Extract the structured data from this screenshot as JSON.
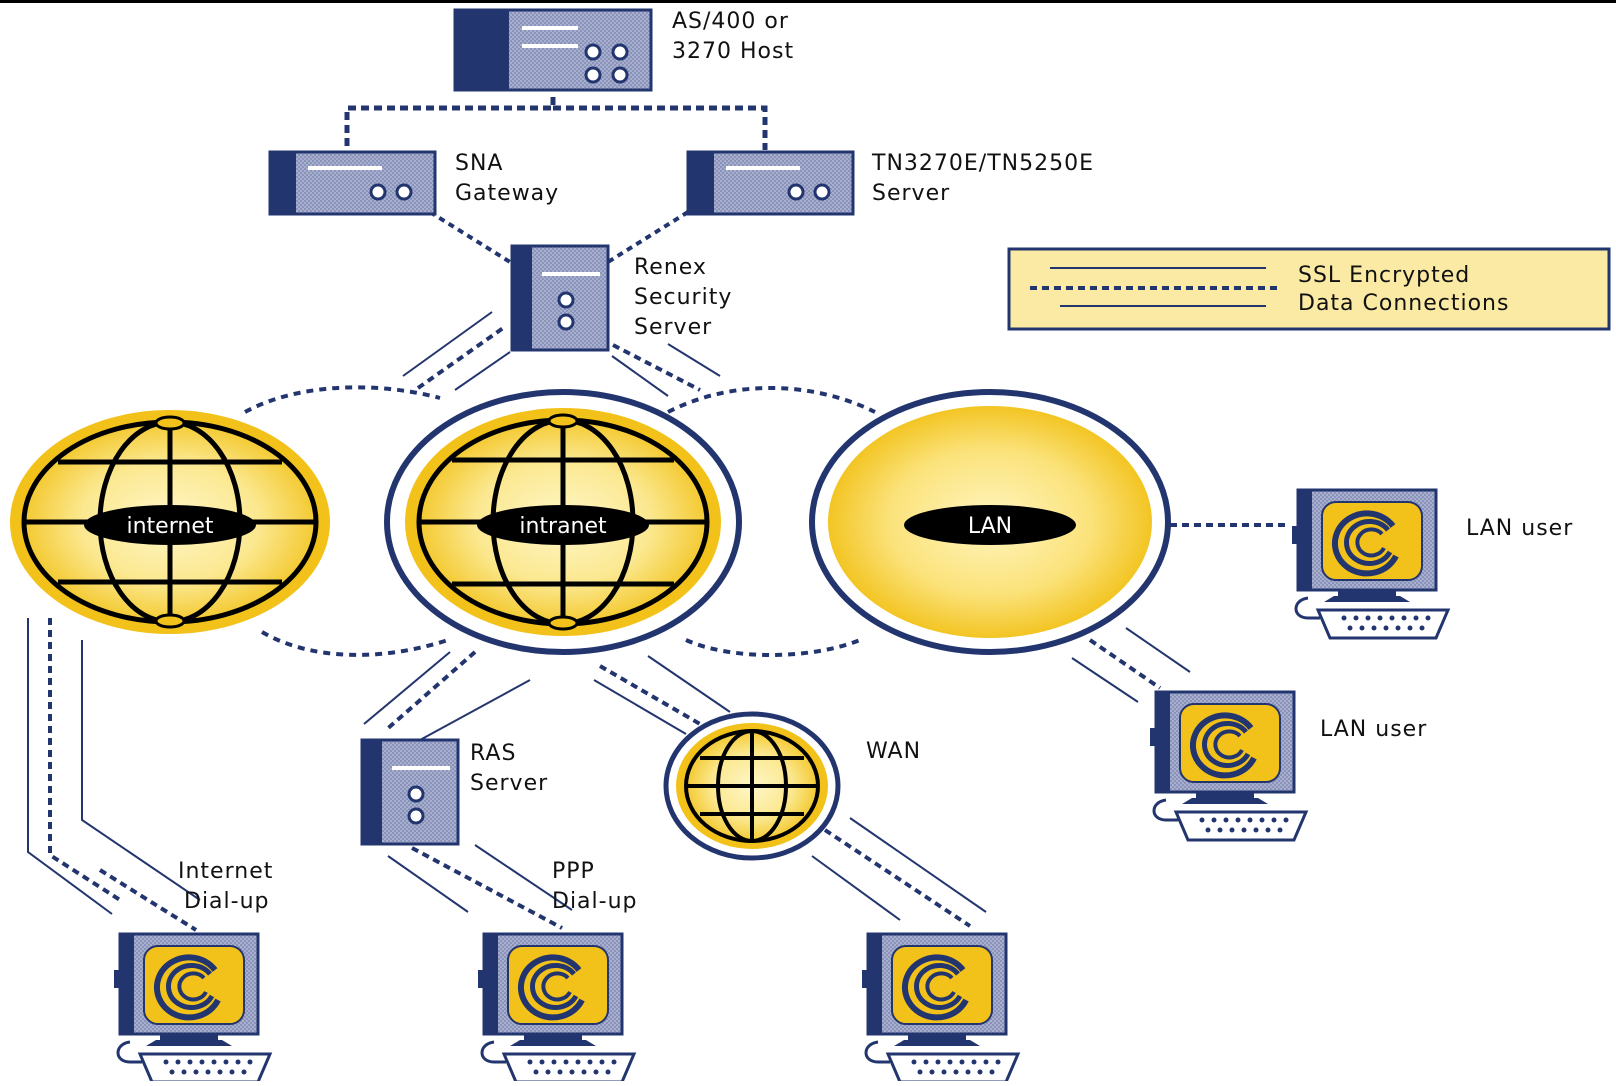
{
  "colors": {
    "navy": "#23356e",
    "server_body": "#8a93b8",
    "gold": "#f2c21a",
    "gold_light": "#fbe890",
    "cream": "#fff7c8",
    "legend_bg": "#fbeaa3",
    "black": "#000000"
  },
  "nodes": {
    "host": {
      "label_lines": [
        "AS/400  or",
        "3270  Host"
      ],
      "icon": "mainframe-icon"
    },
    "sna_gateway": {
      "label_lines": [
        "SNA",
        "Gateway"
      ],
      "icon": "server-icon"
    },
    "tn_server": {
      "label_lines": [
        "TN3270E/TN5250E",
        "Server"
      ],
      "icon": "server-icon"
    },
    "security_server": {
      "label_lines": [
        "Renex",
        "Security",
        "Server"
      ],
      "icon": "tower-server-icon"
    },
    "internet": {
      "label": "internet",
      "icon": "globe-icon"
    },
    "intranet": {
      "label": "intranet",
      "icon": "globe-icon"
    },
    "lan": {
      "label": "LAN",
      "icon": "network-disc-icon"
    },
    "lan_user_1": {
      "label": "LAN  user",
      "icon": "workstation-icon"
    },
    "lan_user_2": {
      "label": "LAN  user",
      "icon": "workstation-icon"
    },
    "ras_server": {
      "label_lines": [
        "RAS",
        "Server"
      ],
      "icon": "tower-server-icon"
    },
    "wan": {
      "label": "WAN",
      "icon": "globe-icon"
    },
    "internet_dialup": {
      "label_lines": [
        "Internet",
        "Dial-up"
      ],
      "icon": "workstation-icon"
    },
    "ppp_dialup": {
      "label_lines": [
        "PPP",
        "Dial-up"
      ],
      "icon": "workstation-icon"
    },
    "wan_user": {
      "icon": "workstation-icon"
    }
  },
  "legend": {
    "lines": [
      "SSL Encrypted",
      "Data Connections"
    ]
  }
}
